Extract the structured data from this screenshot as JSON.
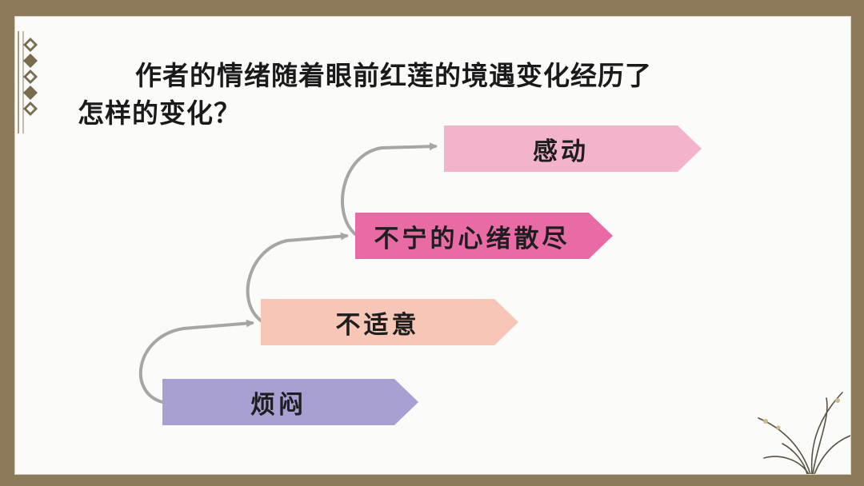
{
  "question": {
    "line1": "作者的情绪随着眼前红莲的境遇变化经历了",
    "line2": "怎样的变化？"
  },
  "steps": [
    {
      "label": "烦闷",
      "color": "#a89fd3"
    },
    {
      "label": "不适意",
      "color": "#f7c6b7"
    },
    {
      "label": "不宁的心绪散尽",
      "color": "#e86ba5"
    },
    {
      "label": "感动",
      "color": "#f4b3cc"
    }
  ],
  "colors": {
    "frame": "#8d7a5b",
    "arrow": "#a6a6a6",
    "decoration": "#7a6a4f"
  },
  "icons": [
    "diamond-chain-icon",
    "orchid-plant-icon",
    "curved-arrow-icon"
  ]
}
